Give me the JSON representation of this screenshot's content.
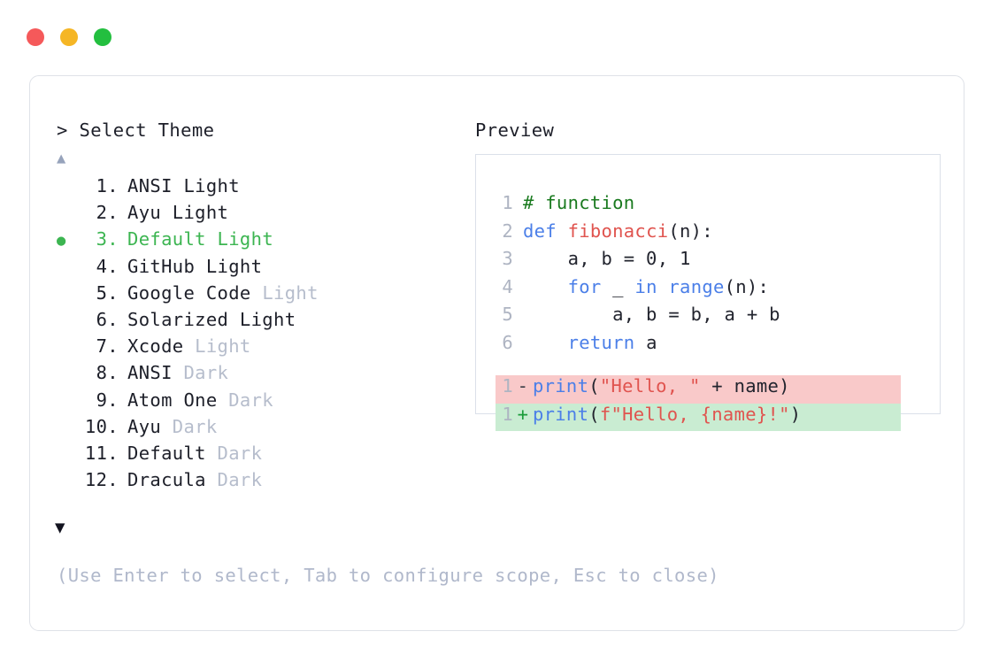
{
  "window": {
    "traffic_lights": [
      {
        "name": "close-button",
        "color": "#f5595a"
      },
      {
        "name": "minimize-button",
        "color": "#f5b625"
      },
      {
        "name": "maximize-button",
        "color": "#23bf3f"
      }
    ]
  },
  "left_pane": {
    "prompt": "> Select Theme",
    "scroll_up": "▲",
    "scroll_down": "▼",
    "selected_index": 3,
    "bullet": "●",
    "items": [
      {
        "number": " 1.",
        "name": "ANSI",
        "mode": "Light",
        "mode_dim": false,
        "selected": false
      },
      {
        "number": " 2.",
        "name": "Ayu",
        "mode": "Light",
        "mode_dim": false,
        "selected": false
      },
      {
        "number": " 3.",
        "name": "Default",
        "mode": "Light",
        "mode_dim": false,
        "selected": true
      },
      {
        "number": " 4.",
        "name": "GitHub",
        "mode": "Light",
        "mode_dim": false,
        "selected": false
      },
      {
        "number": " 5.",
        "name": "Google Code",
        "mode": "Light",
        "mode_dim": true,
        "selected": false
      },
      {
        "number": " 6.",
        "name": "Solarized",
        "mode": "Light",
        "mode_dim": false,
        "selected": false
      },
      {
        "number": " 7.",
        "name": "Xcode",
        "mode": "Light",
        "mode_dim": true,
        "selected": false
      },
      {
        "number": " 8.",
        "name": "ANSI",
        "mode": "Dark",
        "mode_dim": true,
        "selected": false
      },
      {
        "number": " 9.",
        "name": "Atom One",
        "mode": "Dark",
        "mode_dim": true,
        "selected": false
      },
      {
        "number": "10.",
        "name": "Ayu",
        "mode": "Dark",
        "mode_dim": true,
        "selected": false
      },
      {
        "number": "11.",
        "name": "Default",
        "mode": "Dark",
        "mode_dim": true,
        "selected": false
      },
      {
        "number": "12.",
        "name": "Dracula",
        "mode": "Dark",
        "mode_dim": true,
        "selected": false
      }
    ],
    "hint": "(Use Enter to select, Tab to configure scope, Esc to close)"
  },
  "right_pane": {
    "title": "Preview",
    "code_lines": [
      {
        "ln": "1",
        "tokens": [
          {
            "t": "# function",
            "c": "tok-comment"
          }
        ]
      },
      {
        "ln": "2",
        "tokens": [
          {
            "t": "def ",
            "c": "tok-keyword"
          },
          {
            "t": "fibonacci",
            "c": "tok-func"
          },
          {
            "t": "(n):",
            "c": "tok-plain"
          }
        ]
      },
      {
        "ln": "3",
        "tokens": [
          {
            "t": "    a, b = 0, 1",
            "c": "tok-plain"
          }
        ]
      },
      {
        "ln": "4",
        "tokens": [
          {
            "t": "    ",
            "c": "tok-plain"
          },
          {
            "t": "for",
            "c": "tok-keyword"
          },
          {
            "t": " _ ",
            "c": "tok-plain"
          },
          {
            "t": "in",
            "c": "tok-keyword"
          },
          {
            "t": " ",
            "c": "tok-plain"
          },
          {
            "t": "range",
            "c": "tok-builtin"
          },
          {
            "t": "(n):",
            "c": "tok-plain"
          }
        ]
      },
      {
        "ln": "5",
        "tokens": [
          {
            "t": "        a, b = b, a + b",
            "c": "tok-plain"
          }
        ]
      },
      {
        "ln": "6",
        "tokens": [
          {
            "t": "    ",
            "c": "tok-plain"
          },
          {
            "t": "return",
            "c": "tok-keyword"
          },
          {
            "t": " a",
            "c": "tok-plain"
          }
        ]
      }
    ],
    "diff_lines": [
      {
        "ln": "1",
        "sign": "-",
        "kind": "del",
        "tokens": [
          {
            "t": "print",
            "c": "tok-builtin"
          },
          {
            "t": "(",
            "c": "tok-plain"
          },
          {
            "t": "\"Hello, \"",
            "c": "tok-string"
          },
          {
            "t": " + name)",
            "c": "tok-plain"
          }
        ]
      },
      {
        "ln": "1",
        "sign": "+",
        "kind": "add",
        "tokens": [
          {
            "t": "print",
            "c": "tok-builtin"
          },
          {
            "t": "(",
            "c": "tok-plain"
          },
          {
            "t": "f\"Hello, {name}!\"",
            "c": "tok-string"
          },
          {
            "t": ")",
            "c": "tok-plain"
          }
        ]
      }
    ]
  }
}
